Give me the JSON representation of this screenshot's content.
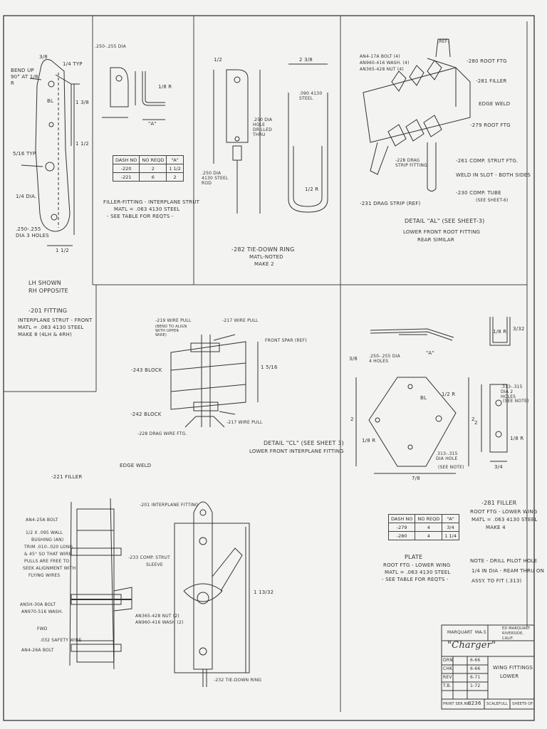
{
  "upper_left": {
    "bend_note": "BEND UP 90° AT 1/8 R",
    "typ_top": "1/4 TYP",
    "bl": "BL",
    "typ_side": "5/16 TYP",
    "dia": "1/4 DIA.",
    "holes": ".250-.255 DIA 3 HOLES",
    "dim_bottom": "1 1/2",
    "dim_side": "1 1/2",
    "dim_side2": "1 3/8",
    "dim_top": "3/8",
    "lh_shown": "LH SHOWN",
    "rh_opposite": "RH OPPOSITE",
    "part_title": "-201 FITTING",
    "part_line2": "INTERPLANE STRUT - FRONT",
    "part_line3": "MATL = .063 4130 STEEL",
    "part_line4": "MAKE 8 (4LH & 4RH)"
  },
  "filler": {
    "dia": ".250-.255 DIA",
    "dim_a": "\"A\"",
    "dim_r": "1/8 R",
    "table_headers": [
      "DASH NO",
      "NO REQD",
      "\"A\""
    ],
    "table_rows": [
      [
        "-220",
        "2",
        "1 1/2"
      ],
      [
        "-221",
        "6",
        "2"
      ]
    ],
    "title": "FILLER-FITTING - INTERPLANE STRUT",
    "matl": "MATL = .063 4130 STEEL",
    "note": "- SEE TABLE FOR REQTS -"
  },
  "tie_down": {
    "dim_top": "1/2",
    "dim_top2": "2 3/8",
    "steel": ".090 4130 STEEL",
    "note": ".250 DIA HOLE DRILLED THRU",
    "rod": ".250 DIA 4130 STEEL ROD",
    "r": "1/2 R",
    "title": "-282 TIE-DOWN RING",
    "matl": "MATL-NOTED",
    "make": "MAKE 2"
  },
  "detail_al": {
    "bolt": "AN4-17A BOLT (4)",
    "wash": "AN960-416 WASH. (4)",
    "nut": "AN365-428 NUT (4)",
    "ref": "(REF)",
    "root_ftg": "-280 ROOT FTG",
    "filler": "-281 FILLER",
    "edge_weld": "EDGE WELD",
    "root_ftg2": "-279 ROOT FTG",
    "drag_strip": "-228 DRAG STRIP FITTING",
    "comp_strut": "-261 COMP. STRUT FTG.",
    "weld_slot": "WELD IN SLOT - BOTH SIDES",
    "comp_tube": "-230 COMP. TUBE",
    "sheet6": "(SEE SHEET-6)",
    "drag_ref": "-231 DRAG STRIP (REF)",
    "title": "DETAIL \"AL\" (SEE SHEET-3)",
    "sub1": "LOWER FRONT ROOT FITTING",
    "sub2": "REAR SIMILAR"
  },
  "detail_cl": {
    "wire_pull_219": "-219 WIRE PULL",
    "bend_note": "(BEND TO ALIGN WITH UPPER WIRE)",
    "wire_pull_217": "-217 WIRE PULL",
    "front_spar": "FRONT SPAR (REF)",
    "block_243": "-243 BLOCK",
    "block_242": "-242 BLOCK",
    "drag_wire": "-228 DRAG WIRE FTG.",
    "wire_pull_217b": "-217 WIRE PULL",
    "dim": "1 5/16",
    "title": "DETAIL \"CL\" (SEE SHEET 3)",
    "sub": "LOWER FRONT INTERPLANE FITTING"
  },
  "plate": {
    "holes": ".250-.255 DIA 4 HOLES",
    "dim_a": "\"A\"",
    "dim_r": "1/2 R",
    "dim_r2": "1/8 R",
    "bl": "BL",
    "hole313": ".313-.315 DIA HOLE",
    "see_note": "(SEE NOTE)",
    "dim_w": "2",
    "dim_h": "2",
    "dim_78": "7/8",
    "dim_38": "3/8",
    "table_headers": [
      "DASH NO",
      "NO REQD",
      "\"A\""
    ],
    "table_rows": [
      [
        "-279",
        "4",
        "3/4"
      ],
      [
        "-280",
        "4",
        "1 1/4"
      ]
    ],
    "title": "PLATE",
    "line2": "ROOT FTG - LOWER WING",
    "matl": "MATL = .063 4130 STEEL",
    "note": "- SEE TABLE FOR REQTS -"
  },
  "filler_281": {
    "r": "1/8 R",
    "dim": "3/32",
    "holes": ".313-.315 DIA 2 HOLES",
    "see_note": "(SEE NOTE)",
    "r2": "1/8 R",
    "dim_h": "2",
    "dim_34": "3/4",
    "title": "-281 FILLER",
    "line2": "ROOT FTG - LOWER WING",
    "matl": "MATL = .063 4130 STEEL",
    "make": "MAKE 4"
  },
  "note": {
    "line1": "NOTE - DRILL PILOT HOLE",
    "line2": "1/4 IN DIA - REAM THRU ON",
    "line3": "ASSY. TO FIT (.313)"
  },
  "assembly": {
    "edge_weld": "EDGE WELD",
    "filler": "-221 FILLER",
    "interplane": "-201 INTERPLANE FITTING",
    "bolt_an4": "AN4-25A BOLT",
    "bushing1": "1/2 X .095 WALL",
    "bushing2": "BUSHING (AN)",
    "bushing3": "TRIM .010-.020 LONG",
    "bushing4": "& 45° SO THAT WIRE",
    "bushing5": "PULLS ARE FREE TO",
    "bushing6": "SEEK ALIGNMENT WITH",
    "bushing7": "FLYING WIRES",
    "comp_strut": "-233 COMP. STRUT",
    "sleeve": "SLEEVE",
    "bolt_an5": "AN5H-30A BOLT",
    "wash_an970": "AN970-516 WASH.",
    "nut": "AN365-428 NUT (2)",
    "wash_an960": "AN960-416 WASH (2)",
    "fwd": "FWD",
    "safety": ".032 SAFETY WIRE",
    "bolt_an4b": "AN4-26A BOLT",
    "dim": "1 13/32",
    "tie_down": "-232 TIE-DOWN RING"
  },
  "title_block": {
    "designer": "MARQUART",
    "model": "MA-5",
    "name": "\"Charger\"",
    "company1": "ED MARQUART",
    "company2": "RIVERSIDE,",
    "company3": "CALIF.",
    "rows": [
      {
        "label": "DRN",
        "by": "",
        "date": "6-66"
      },
      {
        "label": "CHK",
        "by": "",
        "date": "6-66"
      },
      {
        "label": "REV",
        "by": "",
        "date": "6-71"
      },
      {
        "label": "T.B.",
        "by": "",
        "date": "1-72"
      }
    ],
    "title1": "WING FITTINGS",
    "title2": "LOWER",
    "print_serial": "PRINT SER.NO.",
    "serial": "0236",
    "scale_label": "SCALE",
    "scale": "FULL",
    "sheet_label": "SHEET",
    "sheet": "9 OF"
  }
}
